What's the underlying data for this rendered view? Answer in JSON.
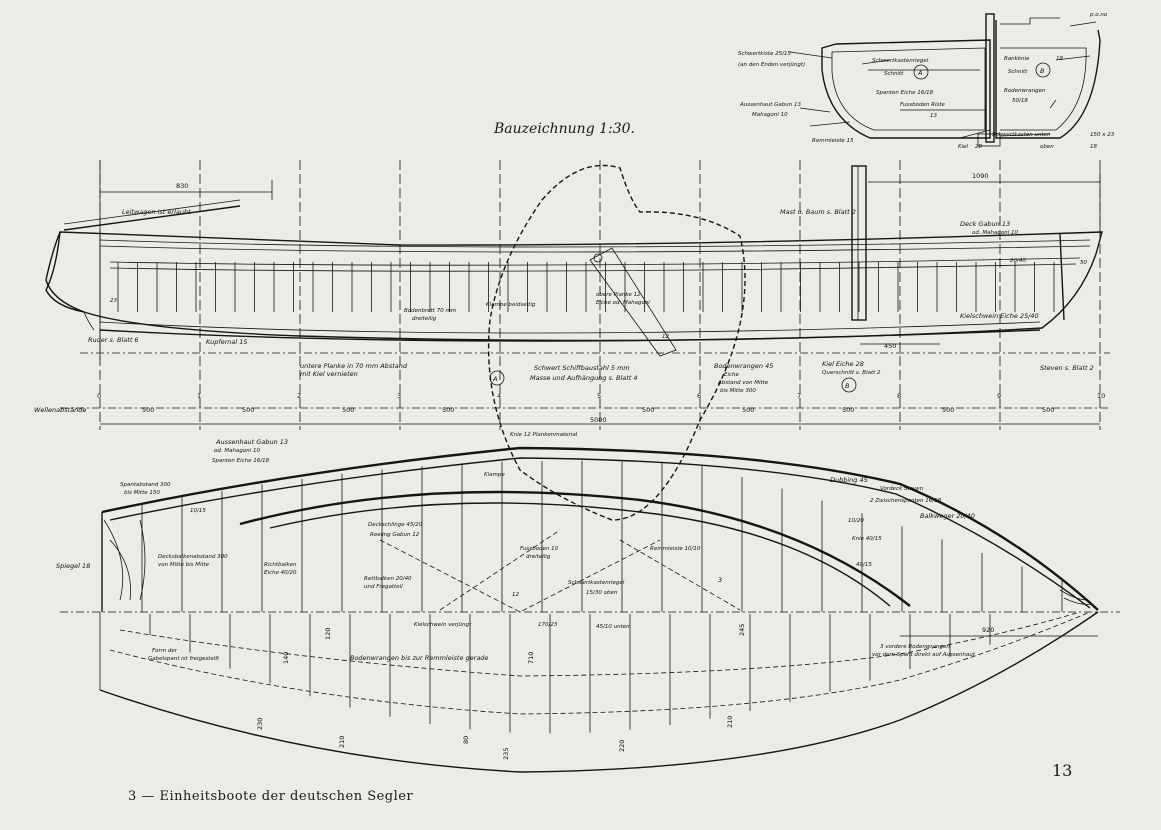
{
  "title": "Bauzeichnung 1:30.",
  "footer": "3 — Einheitsboote der deutschen Segler",
  "page_number": "13",
  "section_view": {
    "labels": {
      "schwertkiste": "Schwertkiste 25/15",
      "schwertkiste_note": "(an den Enden verjüngt)",
      "schwertkastenriegel": "Schwertkastenriegel",
      "schnitt_a": "Schnitt",
      "marker_a": "A",
      "spanten": "Spanten Eiche 16/18",
      "aussenhaut": "Aussenhaut Gabun 13",
      "mahagoni": "Mahagoni 10",
      "fussboden": "Fussboden Riste",
      "fussboden_val": "13",
      "remmleiste": "Remmleiste 15",
      "bankknie": "Bankknie",
      "bankknie_val": "18",
      "schnitt_b": "Schnitt",
      "marker_b": "B",
      "bodenwrangen": "Bodenwrangen",
      "bodenwrangen_val": "50/18",
      "schwertkasten_unten": "Schwertkasten unten",
      "schwertkasten_val": "150 x 23",
      "oben": "oben",
      "oben_val": "18",
      "kiel": "Kiel",
      "kiel_val": "28",
      "top_note": "p.o.no"
    }
  },
  "profile_view": {
    "dimensions": {
      "fore_overhang": "830",
      "aft_overhang": "1090",
      "bottom_dim": "450"
    },
    "labels": {
      "leitwagen": "Leitwagen ist erlaubt",
      "mast": "Mast u. Baum s. Blatt 2",
      "deck": "Deck Gabun 13",
      "deck_alt": "od. Mahagoni 10",
      "deck_dim": "20/40",
      "ruder": "Ruder s. Blatt 6",
      "kupfermal": "Kupfernal 15",
      "plank_note": "untere Planke in 70 mm Abstand",
      "plank_note2": "mit Kiel vernieten",
      "boden_note": "Bodenbrett 70 mm",
      "boden_note2": "dreiteilig",
      "klampe": "Klampe beidseitig",
      "obere_planke": "obere Planke 12",
      "obere_planke2": "Eiche od. Mahagoni",
      "schwert": "Schwert Schiffbaustahl 5 mm",
      "schwert2": "Masse und Aufhängung s. Blatt 4",
      "bodenwrangen": "Bodenwrangen 45",
      "bodenwrangen2": "Eiche",
      "bodenwrangen3": "Abstand von Mitte",
      "bodenwrangen4": "bis Mitte 300",
      "kielschwein": "Kielschwein Eiche 25/40",
      "kiel": "Kiel Eiche 28",
      "kiel2": "Querschnitt s. Blatt 2",
      "steven": "Steven s. Blatt 2",
      "marker_a": "A",
      "marker_b": "B",
      "small_12": "12",
      "small_23": "23",
      "small_50": "50"
    }
  },
  "stations": {
    "label": "Wellenabstände",
    "numbers": [
      "0",
      "1",
      "2",
      "3",
      "4",
      "5",
      "6",
      "7",
      "8",
      "9",
      "10"
    ],
    "spacings": [
      "500",
      "500",
      "500",
      "500",
      "500",
      "500",
      "500",
      "500",
      "500",
      "500"
    ],
    "overall": "5000"
  },
  "plan_view": {
    "dimensions": {
      "bow_dim": "920"
    },
    "labels": {
      "aussenhaut": "Aussenhaut Gabun 13",
      "aussenhaut2": "od. Mahagoni 10",
      "spanten": "Spanten Eiche 16/18",
      "spantabstand": "Spantabstand 300",
      "spantabstand2": "bis Mitte 150",
      "knie": "Knie 12 Plankenmaterial",
      "spiegel": "Spiegel 18",
      "decksbalken": "Decksbalkenabstand 300",
      "decksbalken2": "von Mitte bis Mitte",
      "richtbalken": "Richtbalken",
      "richtbalken2": "Eiche 40/20",
      "deckschlinge": "Deckschlinge 45/20",
      "reeling": "Reeling Gabun 12",
      "rettbalken": "Rettbalken 20/40",
      "rettbalken2": "und Fregatteil",
      "fussboden": "Fussboden 10",
      "fussboden2": "dreiteilig",
      "schwertkastenriegel": "Schwertkastenriegel",
      "schwertkastenriegel2": "15/30 oben",
      "remmleiste": "Remmleiste 10/10",
      "kielschwein": "Kielschwein verjüngt",
      "bodenwrangen": "Bodenwrangen bis zur Remmleiste gerade",
      "form_gabel": "Form der",
      "form_gabel2": "Gabelspant ist freigestellt",
      "dubbing": "Dubbing 45",
      "vordeck": "Vordeck Steven",
      "zwischenspanten": "2 Zwischenspanten 16/18",
      "balkweger": "Balkweger 20/40",
      "vordere": "3 vordere Bodenwrangen",
      "vordere2": "vor dem Spant direkt auf Aussenhaut",
      "knie2": "Knie 40/15",
      "klampe": "Klampe",
      "v_10_20": "10/20",
      "v_40_15": "40/15",
      "v_10_15": "10/15",
      "v_170_23": "170/23",
      "v_45_10": "45/10 unten",
      "n3": "3",
      "n12": "12"
    },
    "depths": [
      "230",
      "210",
      "235",
      "220",
      "210",
      "245",
      "120",
      "140",
      "710",
      "80"
    ]
  },
  "colors": {
    "paper": "#ecebe6",
    "ink": "#151515"
  }
}
